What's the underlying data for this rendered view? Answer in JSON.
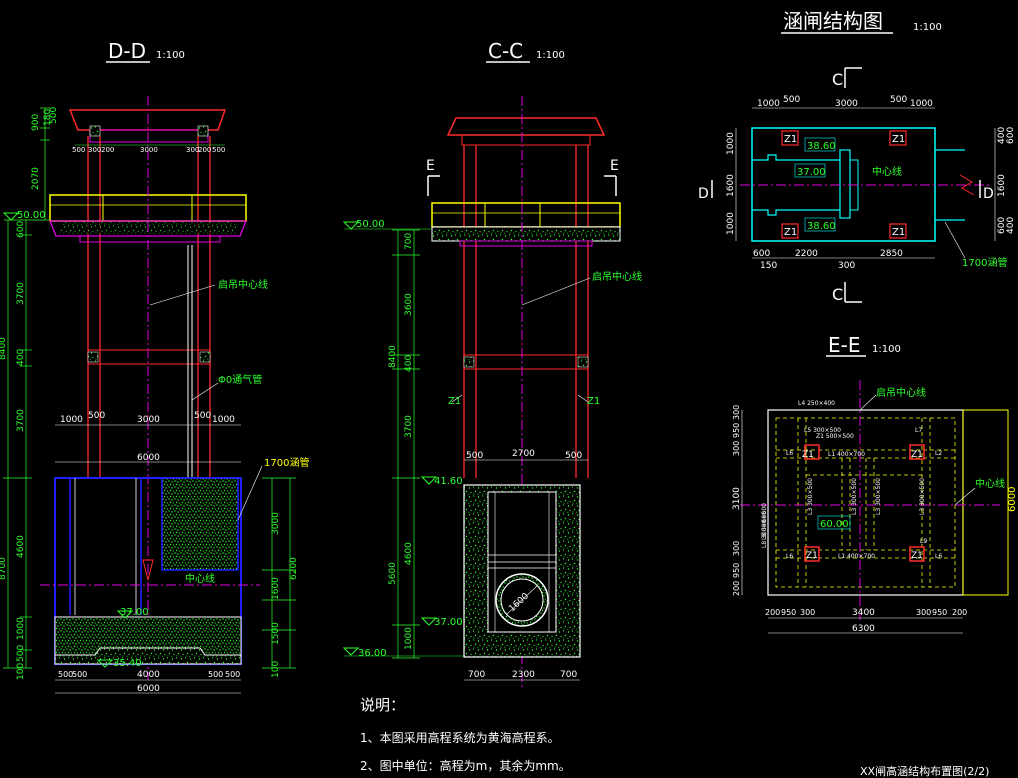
{
  "views": {
    "dd": {
      "title": "D-D",
      "scale": "1:100"
    },
    "cc": {
      "title": "C-C",
      "scale": "1:100"
    },
    "plan": {
      "title": "涵闸结构图",
      "scale": "1:100"
    },
    "ee": {
      "title": "E-E",
      "scale": "1:100"
    }
  },
  "labels": {
    "hoist_center": "启吊中心线",
    "center_line": "中心线",
    "vent_pipe": "Φ0通气管",
    "culvert_1700": "1700涵管",
    "z1": "Z1",
    "section_c": "C",
    "section_d": "D",
    "section_e": "E",
    "pipe_1600": "1600",
    "ee_l4": "L4 250×400",
    "ee_z1": "Z1 500×500",
    "ee_l1": "L1 400×700",
    "ee_l2": "L2",
    "ee_l3": "L3 300×500",
    "ee_l5": "L5 300×500",
    "ee_l6": "L6",
    "ee_l7": "L7",
    "ee_l8": "L8 300×600",
    "ee_l9": "L9"
  },
  "elevations": {
    "e5000": "50.00",
    "e4160": "41.60",
    "e3700": "37.00",
    "e3600": "36.00",
    "e3540": "35.40",
    "p3860a": "38.60",
    "p3860b": "38.60",
    "p3700": "37.00",
    "e6000": "60.00"
  },
  "dims_dd": {
    "top1": "900",
    "top2": "180",
    "top3": "500",
    "d2070": "2070",
    "d600": "600",
    "d3700a": "3700",
    "d8400": "8400",
    "d400": "400",
    "d3700b": "3700",
    "d4600": "4600",
    "d8700": "8700",
    "d1000": "1000",
    "d500": "500",
    "d100": "100",
    "r3000": "3000",
    "r6200": "6200",
    "r1600": "1600",
    "r1500": "1500",
    "r100": "100",
    "h500a": "500",
    "h300a": "300",
    "h200": "200",
    "h3000": "3000",
    "h300b": "300",
    "h200b": "200",
    "h500b": "500",
    "m1000a": "1000",
    "m500a": "500",
    "m3000": "3000",
    "m500b": "500",
    "m1000b": "1000",
    "w6000": "6000",
    "b500a": "500",
    "b500b": "500",
    "b4000": "4000",
    "b500c": "500",
    "b500d": "500",
    "b6000": "6000"
  },
  "dims_cc": {
    "d700": "700",
    "d3600": "3600",
    "d8400": "8400",
    "d400": "400",
    "d3700": "3700",
    "d5600": "5600",
    "d4600": "4600",
    "d1000": "1000",
    "w500a": "500",
    "w2700": "2700",
    "w500b": "500",
    "b700a": "700",
    "b2300": "2300",
    "b700b": "700"
  },
  "dims_plan": {
    "t1000a": "1000",
    "t500a": "500",
    "t3000": "3000",
    "t500b": "500",
    "t1000b": "1000",
    "l1000a": "1000",
    "l1600": "1600",
    "l1000b": "1000",
    "r400": "400",
    "r600": "600",
    "r1600": "1600",
    "r600b": "600",
    "r400b": "400",
    "b600": "600",
    "b2200": "2200",
    "b150": "150",
    "b300": "300",
    "b2850": "2850"
  },
  "dims_ee": {
    "l300a": "300",
    "l950a": "950",
    "l300b": "300",
    "l3100": "3100",
    "l300c": "300",
    "l950b": "950",
    "l200": "200",
    "r6000": "6000",
    "b200a": "200",
    "b950a": "950",
    "b300a": "300",
    "b3400": "3400",
    "b300b": "300",
    "b950b": "950",
    "b200b": "200",
    "b6300": "6300"
  },
  "notes": {
    "heading": "说明：",
    "n1": "1、本图采用高程系统为黄海高程系。",
    "n2": "2、图中单位：高程为m，其余为mm。"
  },
  "drawing_title": "XX闸高涵结构布置图(2/2)",
  "colors": {
    "background": "#000000",
    "outline_red": "#ff2a2a",
    "beam_magenta": "#e000e0",
    "rail_yellow": "#ffff00",
    "dim_green": "#2cff2c",
    "water_blue": "#2020ff",
    "cyan": "#00ffff",
    "concrete_speckle": "#2cff2c",
    "text_white": "#ffffff"
  }
}
